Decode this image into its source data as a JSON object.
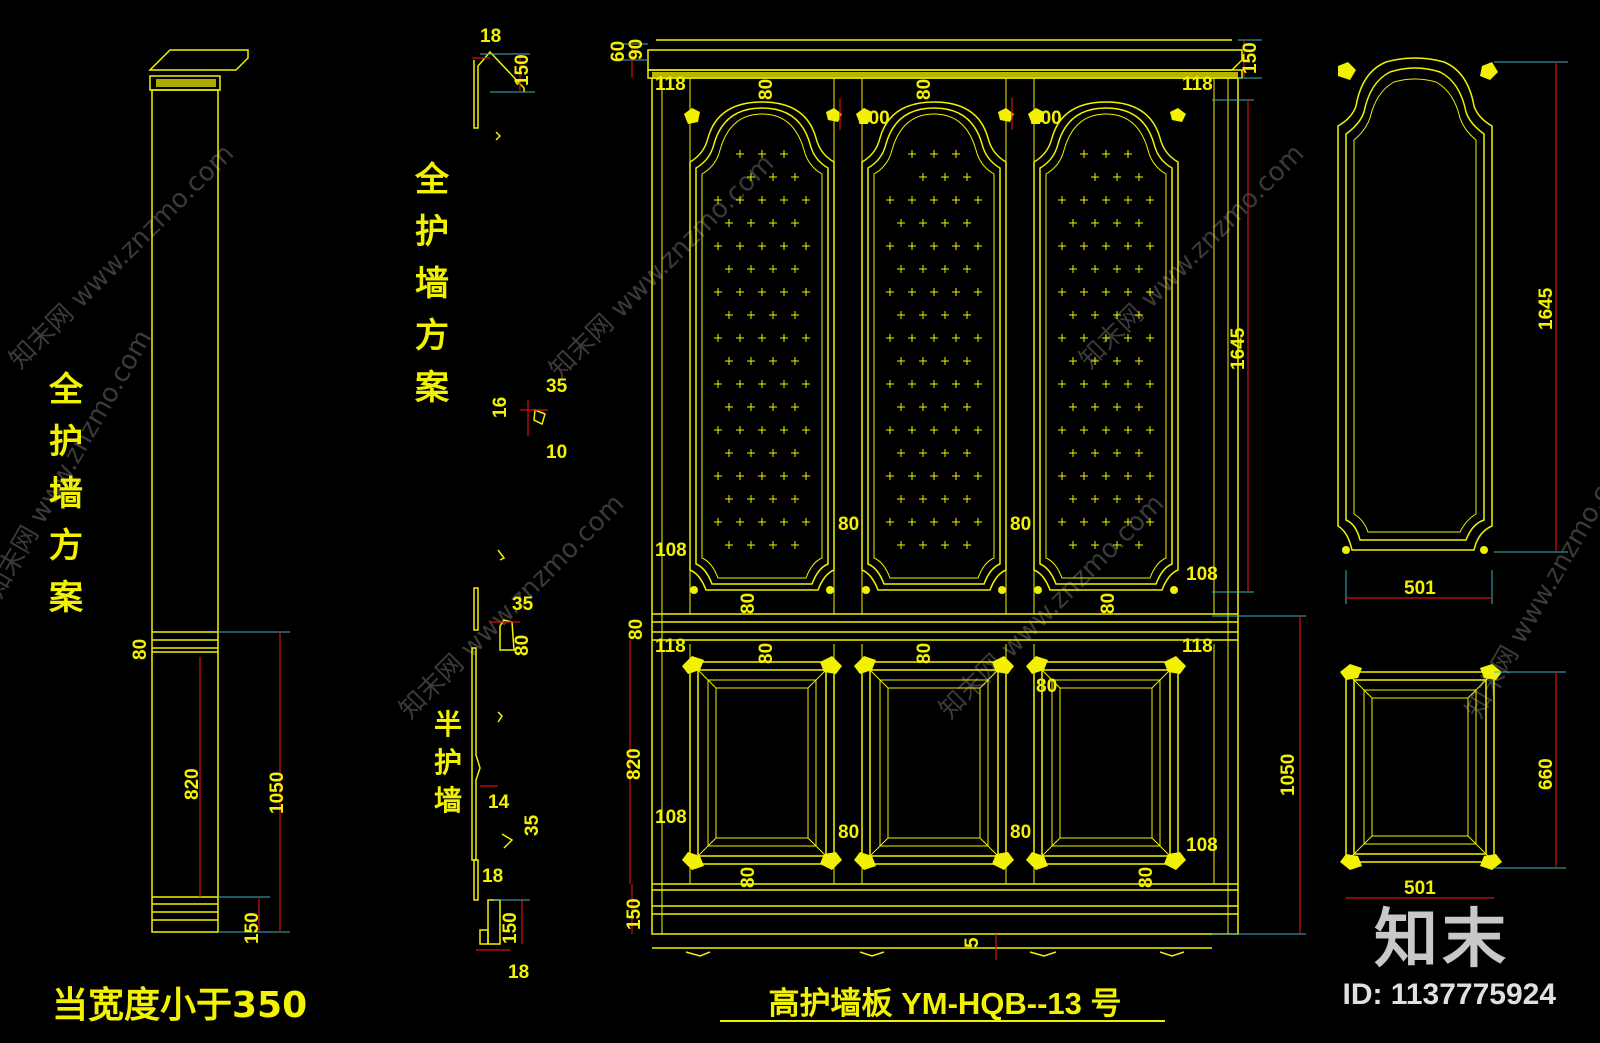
{
  "colors": {
    "background": "#000000",
    "drawing": "#f2f200",
    "dimension": "#d01010",
    "extension": "#3fb5c0",
    "watermark": "#4a4a4a"
  },
  "texts": {
    "left_vertical": [
      "全",
      "护",
      "墙",
      "方",
      "案"
    ],
    "mid_vertical": [
      "全",
      "护",
      "墙",
      "方",
      "案"
    ],
    "half_wall": [
      "半",
      "护",
      "墙"
    ],
    "bottom_left_note": "当宽度小于350",
    "drawing_title": "高护墙板 YM-HQB--13 号",
    "logo": "知末",
    "id_label": "ID: 1137775924",
    "watermark": "知末网 www.znzmo.com"
  },
  "dims": {
    "left_80": "80",
    "left_820": "820",
    "left_1050": "1050",
    "left_150": "150",
    "sec_18a": "18",
    "sec_150a": "150",
    "sec_35a": "35",
    "sec_16": "16",
    "sec_10": "10",
    "sec_35b": "35",
    "sec_80": "80",
    "sec_14": "14",
    "sec_35c": "35",
    "sec_18b": "18",
    "sec_150b": "150",
    "sec_18c": "18",
    "top_60": "60",
    "top_90": "90",
    "top_150": "150",
    "e_118_tl": "118",
    "e_118_tr": "118",
    "e_80_t1": "80",
    "e_80_t2": "80",
    "e_100_1": "100",
    "e_100_2": "100",
    "e_1645": "1645",
    "e_80_m1": "80",
    "e_80_m2": "80",
    "e_108_l": "108",
    "e_108_r": "108",
    "e_80_b1": "80",
    "e_80_b2": "80",
    "e_80_rail": "80",
    "e_118_bl": "118",
    "e_118_br": "118",
    "e_80_t3": "80",
    "e_80_t4": "80",
    "e_80_t5": "80",
    "e_820": "820",
    "e_1050": "1050",
    "e_108_l2": "108",
    "e_108_r2": "108",
    "e_80_m3": "80",
    "e_80_m4": "80",
    "e_80_b3": "80",
    "e_80_b4": "80",
    "e_150": "150",
    "e_5": "5",
    "d_1645": "1645",
    "d_501a": "501",
    "d_660": "660",
    "d_501b": "501"
  }
}
